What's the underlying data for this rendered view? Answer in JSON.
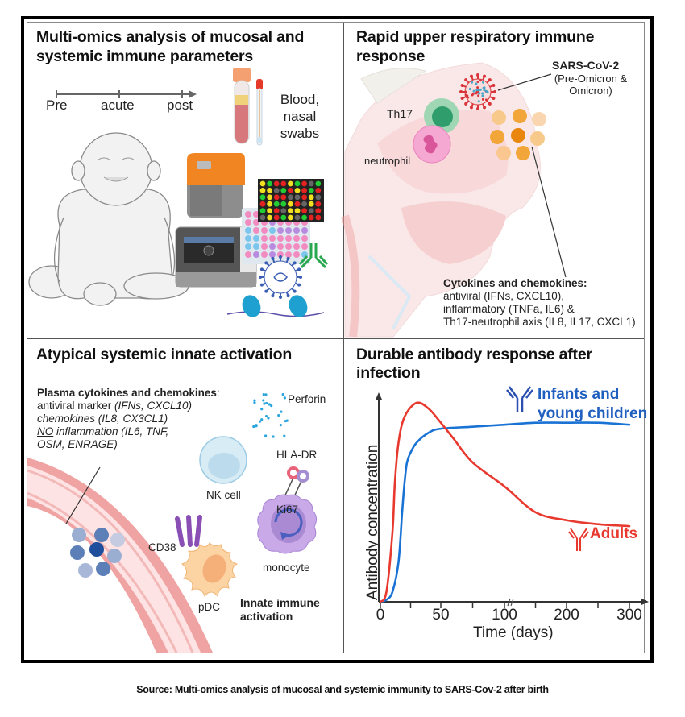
{
  "panels": {
    "top_left": {
      "title_line1": "Multi-omics analysis of mucosal and",
      "title_line2": "systemic immune parameters",
      "timeline": [
        "Pre",
        "acute",
        "post"
      ],
      "samples_label": [
        "Blood,",
        "nasal",
        "swabs"
      ]
    },
    "top_right": {
      "title_line1": "Rapid upper respiratory immune",
      "title_line2": "response",
      "virus_label": "SARS-CoV-2",
      "virus_sub1": "(Pre-Omicron &",
      "virus_sub2": "Omicron)",
      "th17_label": "Th17",
      "neutrophil_label": "neutrophil",
      "cytokines_title": "Cytokines and chemokines:",
      "cytokines_lines": [
        "antiviral (IFNs, CXCL10),",
        "inflammatory (TNFa, IL6) &",
        "Th17-neutrophil axis  (IL8, IL17, CXCL1)"
      ]
    },
    "bottom_left": {
      "title": "Atypical systemic innate activation",
      "plasma_title": "Plasma cytokines and chemokines",
      "plasma_colon": ":",
      "line1_plain": "antiviral marker ",
      "line1_ital": "(IFNs, CXCL10)",
      "line2_ital": "chemokines (IL8, CX3CL1)",
      "line3_under": "NO",
      "line3_ital": " inflammation (IL6, TNF,",
      "line4_ital": "OSM, ENRAGE)",
      "perforin_label": "Perforin",
      "nk_label": "NK cell",
      "hladr_label": "HLA-DR",
      "ki67_label": "Ki67",
      "monocyte_label": "monocyte",
      "cd38_label": "CD38",
      "pdc_label": "pDC",
      "innate_line1": "Innate immune",
      "innate_line2": "activation"
    },
    "bottom_right": {
      "title_line1": "Durable antibody response after",
      "title_line2": "infection",
      "legend_infants_line1": "Infants and",
      "legend_infants_line2": "young children",
      "legend_adults": "Adults"
    }
  },
  "colors": {
    "infants": "#1a73d4",
    "infants_text": "#1f5fbf",
    "adults": "#e8392f",
    "adults_text": "#e8392f"
  },
  "chart_data": {
    "type": "line",
    "title": "Durable antibody response after infection",
    "xlabel": "Time (days)",
    "ylabel": "Antibody concentration",
    "x_tick_labels": [
      "0",
      "50",
      "100",
      "200",
      "300"
    ],
    "x_axis_note": "broken axis between 100 and 200 (scale changes after ~100 days)",
    "y_units": "relative (no ticks)",
    "legend": [
      "Infants and young children",
      "Adults"
    ],
    "legend_placement": "inline (top-right for infants, right for adults)",
    "series": [
      {
        "name": "Infants and young children",
        "color": "#1a73d4",
        "x": [
          0,
          5,
          10,
          15,
          18,
          20,
          22,
          25,
          30,
          40,
          50,
          75,
          100,
          150,
          200,
          250,
          300
        ],
        "y": [
          0,
          0.01,
          0.05,
          0.2,
          0.45,
          0.6,
          0.7,
          0.75,
          0.8,
          0.85,
          0.87,
          0.88,
          0.89,
          0.9,
          0.9,
          0.9,
          0.89
        ]
      },
      {
        "name": "Adults",
        "color": "#e8392f",
        "x": [
          0,
          5,
          10,
          12,
          15,
          20,
          30,
          40,
          50,
          60,
          75,
          100,
          150,
          200,
          250,
          300
        ],
        "y": [
          0,
          0.05,
          0.35,
          0.6,
          0.8,
          0.93,
          1.0,
          0.97,
          0.9,
          0.82,
          0.7,
          0.58,
          0.45,
          0.41,
          0.39,
          0.38
        ]
      }
    ]
  },
  "caption": "Source: Multi-omics analysis of mucosal and systemic immunity to SARS-Cov-2 after birth"
}
